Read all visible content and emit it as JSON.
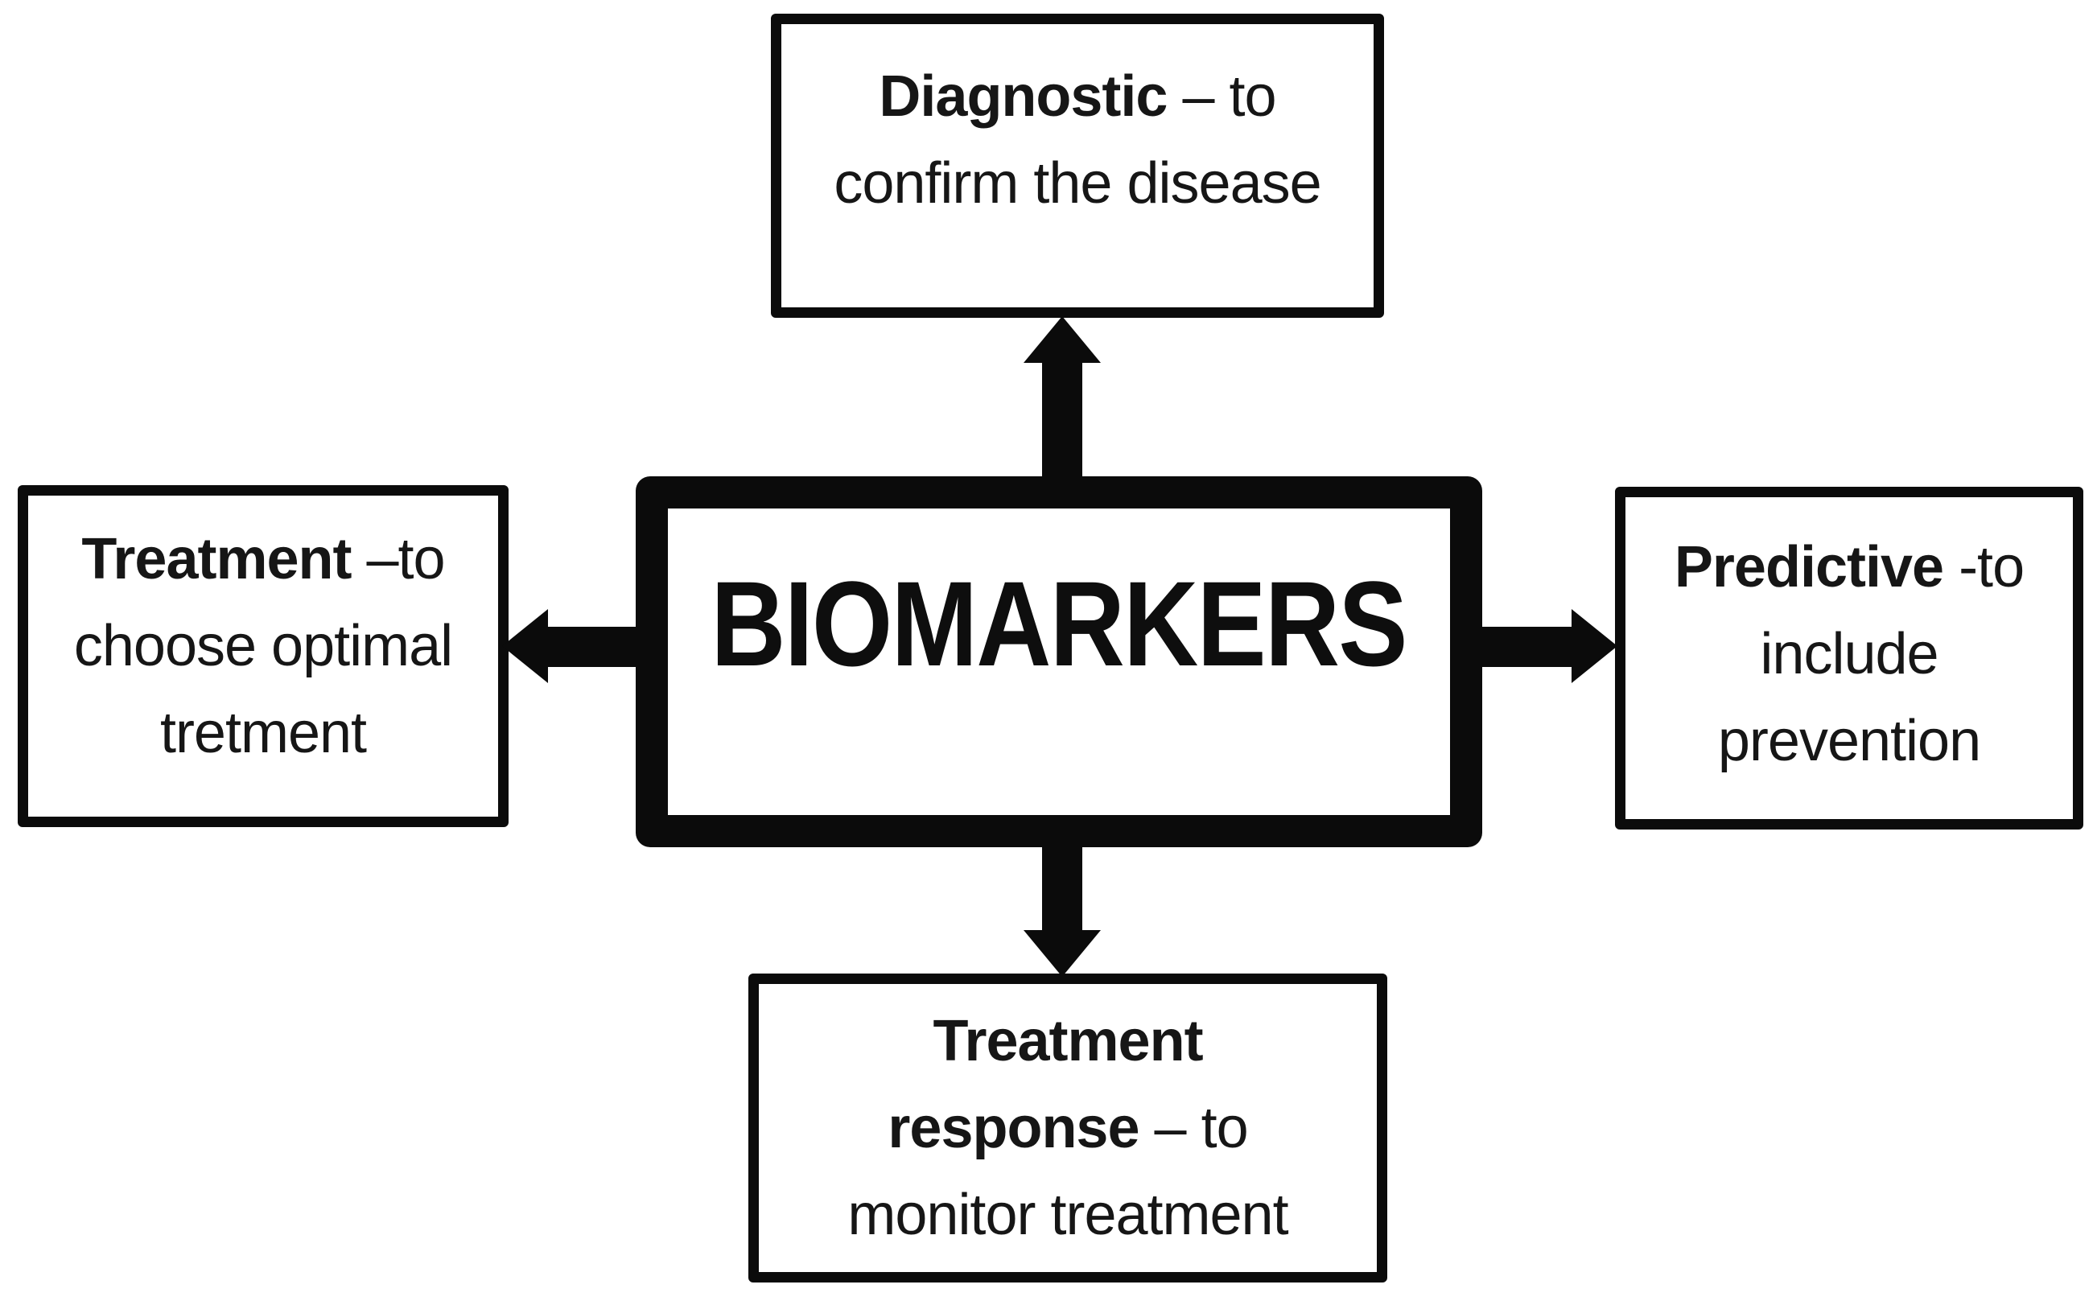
{
  "colors": {
    "line": "#0b0b0b",
    "background": "#ffffff",
    "text": "#161616"
  },
  "center": {
    "label": "BIOMARKERS"
  },
  "boxes": {
    "top": {
      "line1_bold": "Diagnostic",
      "line1_rest": " – to",
      "line2": "confirm the disease"
    },
    "left": {
      "line1_bold": "Treatment",
      "line1_rest": " –to",
      "line2": "choose optimal",
      "line3": "tretment"
    },
    "right": {
      "line1_bold": "Predictive",
      "line1_rest": " -to",
      "line2": "include",
      "line3": "prevention"
    },
    "bottom": {
      "line1_bold": "Treatment",
      "line2_bold": "response",
      "line2_rest": " – to",
      "line3": "monitor treatment"
    }
  },
  "arrows": [
    {
      "direction": "up",
      "from": "biomarkers",
      "to": "diagnostic"
    },
    {
      "direction": "down",
      "from": "biomarkers",
      "to": "treatment-response"
    },
    {
      "direction": "left",
      "from": "biomarkers",
      "to": "treatment"
    },
    {
      "direction": "right",
      "from": "biomarkers",
      "to": "predictive"
    }
  ]
}
